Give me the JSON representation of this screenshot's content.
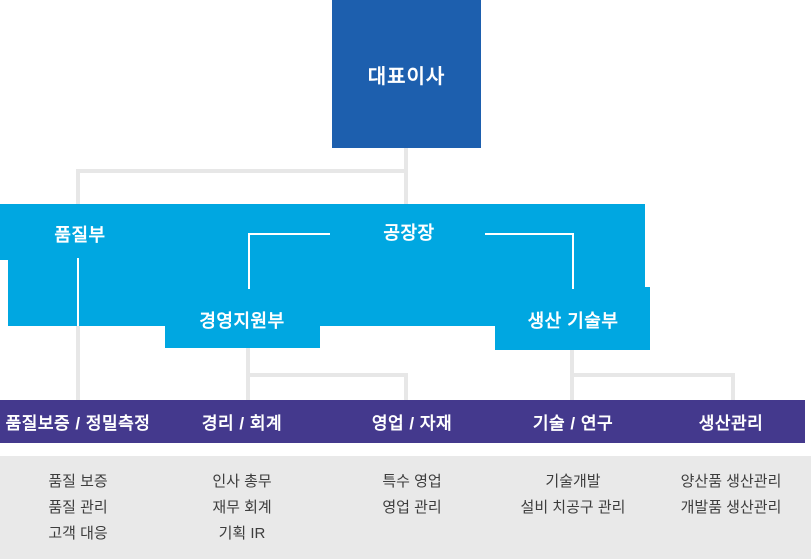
{
  "org": {
    "ceo": "대표이사",
    "quality_dept": "품질부",
    "factory_manager": "공장장",
    "mgmt_support": "경영지원부",
    "prod_tech": "생산 기술부",
    "departments": [
      {
        "label": "품질보증 / 정밀측정",
        "items": [
          "품질 보증",
          "품질 관리",
          "고객 대응"
        ]
      },
      {
        "label": "경리 / 회계",
        "items": [
          "인사 총무",
          "재무 회계",
          "기획 IR"
        ]
      },
      {
        "label": "영업 / 자재",
        "items": [
          "특수 영업",
          "영업 관리"
        ]
      },
      {
        "label": "기술 / 연구",
        "items": [
          "기술개발",
          "설비 치공구 관리"
        ]
      },
      {
        "label": "생산관리",
        "items": [
          "양산품 생산관리",
          "개발품 생산관리"
        ]
      }
    ]
  },
  "colors": {
    "ceo_blue": "#1d5fae",
    "cyan": "#00a7e1",
    "purple": "#44398d",
    "panel_gray": "#e9e9e9",
    "connector_gray": "#e7e7e7",
    "item_text": "#3d3d3d"
  }
}
